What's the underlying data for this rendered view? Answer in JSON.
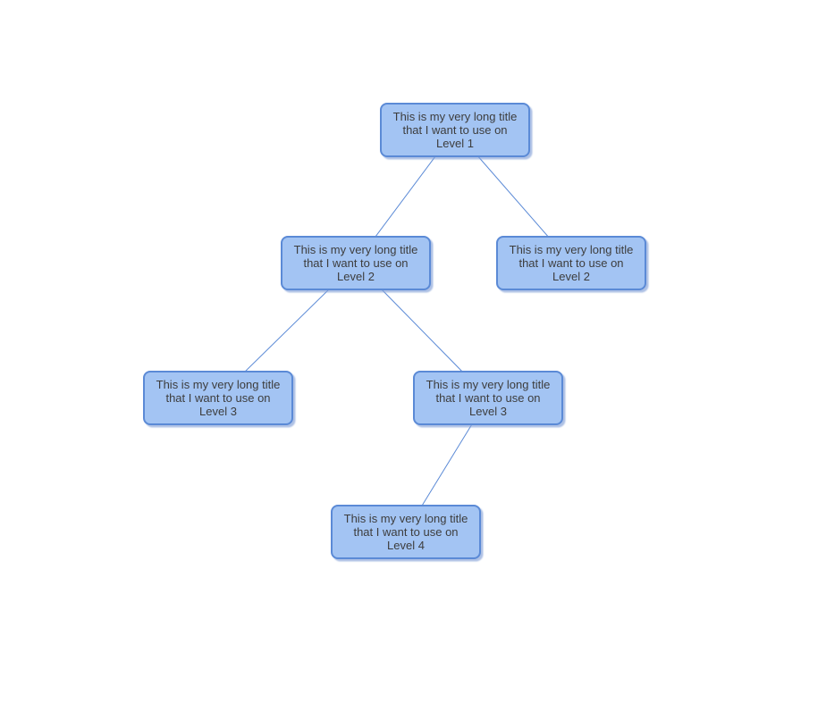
{
  "diagram": {
    "type": "tree",
    "background": "#ffffff",
    "colors": {
      "node_fill": "#a3c4f3",
      "node_border": "#5b8ad6",
      "edge": "#5b8ad6",
      "text": "#3d3d3d",
      "shadow": "rgba(130,160,215,0.65)"
    },
    "nodes": [
      {
        "id": "level1",
        "lines": [
          "This is my very long title",
          "that I want to use on",
          "Level 1"
        ]
      },
      {
        "id": "level2-left",
        "lines": [
          "This is my very long title",
          "that I want to use on",
          "Level 2"
        ]
      },
      {
        "id": "level2-right",
        "lines": [
          "This is my very long title",
          "that I want to use on",
          "Level 2"
        ]
      },
      {
        "id": "level3-left",
        "lines": [
          "This is my very long title",
          "that I want to use on",
          "Level 3"
        ]
      },
      {
        "id": "level3-right",
        "lines": [
          "This is my very long title",
          "that I want to use on",
          "Level 3"
        ]
      },
      {
        "id": "level4",
        "lines": [
          "This is my very long title",
          "that I want to use on",
          "Level 4"
        ]
      }
    ],
    "edges": [
      {
        "from": "level1",
        "to": "level2-left"
      },
      {
        "from": "level1",
        "to": "level2-right"
      },
      {
        "from": "level2-left",
        "to": "level3-left"
      },
      {
        "from": "level2-left",
        "to": "level3-right"
      },
      {
        "from": "level3-right",
        "to": "level4"
      }
    ]
  }
}
